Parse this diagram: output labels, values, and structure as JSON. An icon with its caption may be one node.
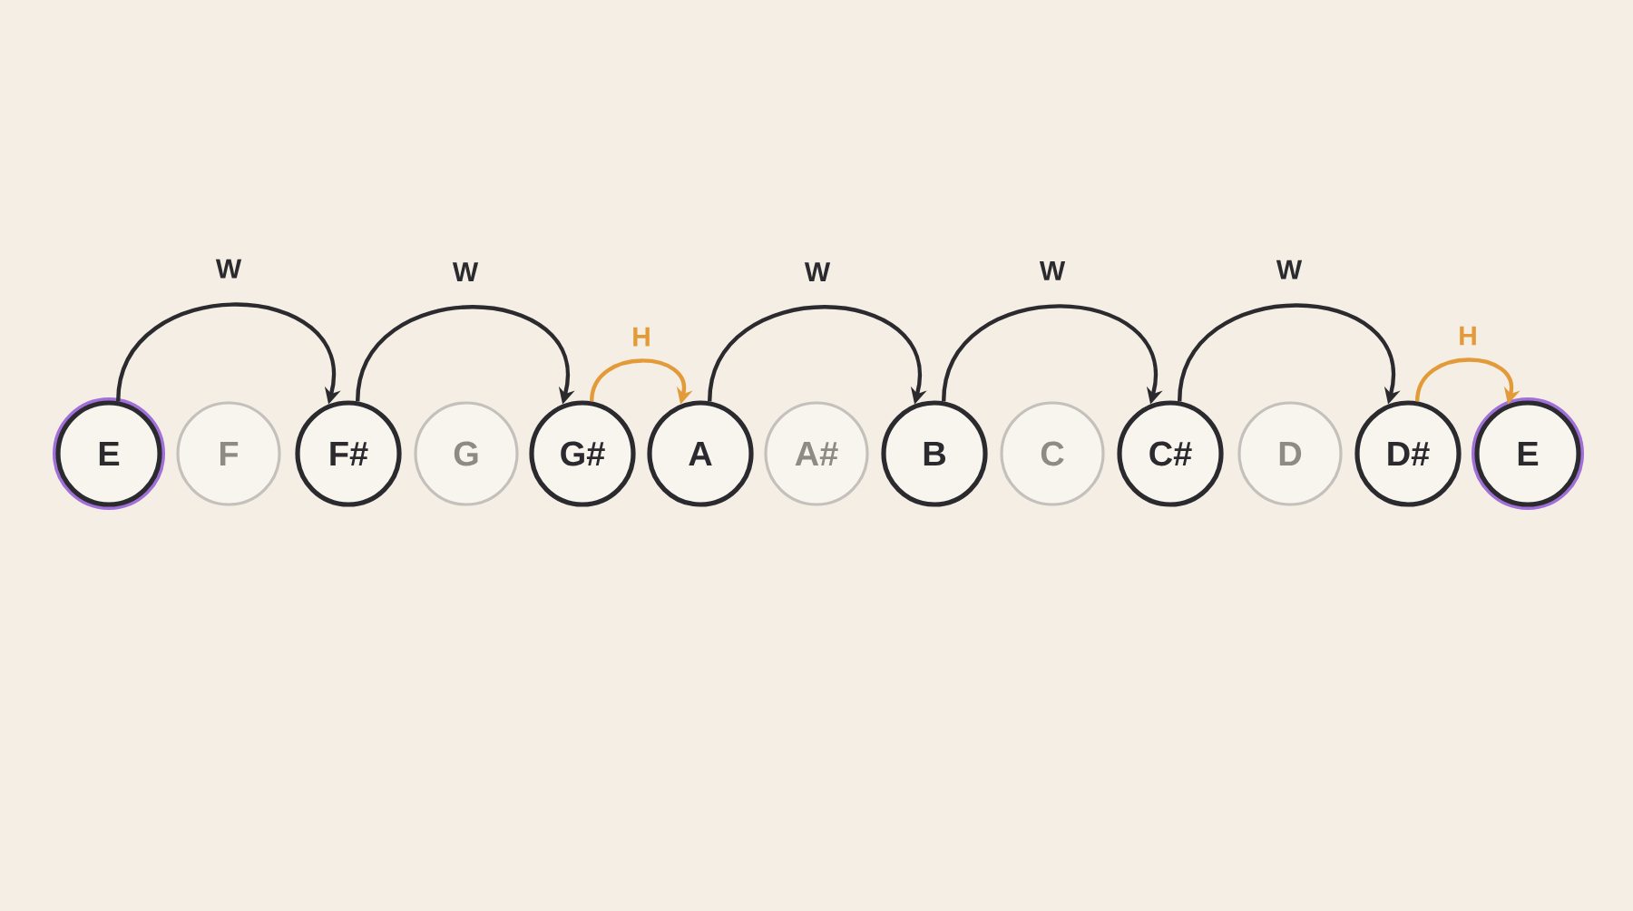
{
  "diagram": {
    "nodes": [
      {
        "text": [
          "E"
        ]
      },
      {
        "text": [
          "F"
        ]
      },
      {
        "text": [
          "F#"
        ]
      },
      {
        "text": [
          "G"
        ]
      },
      {
        "text": [
          "G#"
        ]
      },
      {
        "text": [
          "A"
        ]
      },
      {
        "text": [
          "A#"
        ]
      },
      {
        "text": [
          "B"
        ]
      },
      {
        "text": [
          "C"
        ]
      },
      {
        "text": [
          "C#"
        ]
      },
      {
        "text": [
          "D"
        ]
      },
      {
        "text": [
          "D#"
        ]
      },
      {
        "text": [
          "E"
        ]
      }
    ],
    "edges": [
      {
        "from": 0,
        "to": 2,
        "arrow": "to",
        "label": "W"
      },
      {
        "from": 2,
        "to": 4,
        "arrow": "to",
        "label": "W"
      },
      {
        "from": 4,
        "to": 5,
        "arrow": "to",
        "label": "H",
        "color": "#e39b3a"
      },
      {
        "from": 5,
        "to": 7,
        "arrow": "to",
        "label": "W"
      },
      {
        "from": 7,
        "to": 9,
        "arrow": "to",
        "label": "W"
      },
      {
        "from": 9,
        "to": 11,
        "arrow": "to",
        "label": "W"
      },
      {
        "from": 11,
        "to": 12,
        "arrow": "to",
        "label": "H",
        "color": "#e39b3a"
      }
    ]
  }
}
